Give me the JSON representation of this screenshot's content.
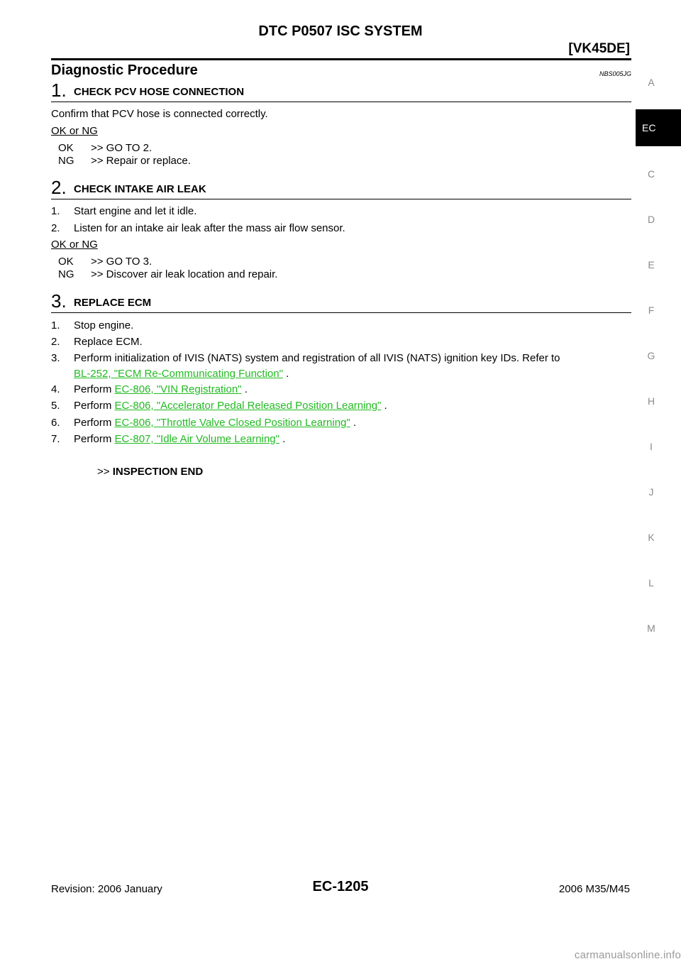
{
  "header": {
    "title": "DTC P0507 ISC SYSTEM",
    "model": "[VK45DE]"
  },
  "tabs": {
    "items": [
      "A",
      "EC",
      "C",
      "D",
      "E",
      "F",
      "G",
      "H",
      "I",
      "J",
      "K",
      "L",
      "M"
    ],
    "active": "EC"
  },
  "section": {
    "title": "Diagnostic Procedure",
    "code": "NBS005JG"
  },
  "step1": {
    "number": "1.",
    "title": "CHECK PCV HOSE CONNECTION",
    "text": "Confirm that PCV hose is connected correctly.",
    "okng": "OK or NG",
    "ok_code": "OK",
    "ok_text": ">> GO TO 2.",
    "ng_code": "NG",
    "ng_text": ">> Repair or replace."
  },
  "step2": {
    "number": "2.",
    "title": "CHECK INTAKE AIR LEAK",
    "items": [
      {
        "num": "1.",
        "text": "Start engine and let it idle."
      },
      {
        "num": "2.",
        "text": "Listen for an intake air leak after the mass air flow sensor."
      }
    ],
    "okng": "OK or NG",
    "ok_code": "OK",
    "ok_text": ">> GO TO 3.",
    "ng_code": "NG",
    "ng_text": ">> Discover air leak location and repair."
  },
  "step3": {
    "number": "3.",
    "title": "REPLACE ECM",
    "item1": {
      "num": "1.",
      "text": "Stop engine."
    },
    "item2": {
      "num": "2.",
      "text": "Replace ECM."
    },
    "item3": {
      "num": "3.",
      "text": "Perform initialization of IVIS (NATS) system and registration of all IVIS (NATS) ignition key IDs. Refer to",
      "link": "BL-252, \"ECM Re-Communicating Function\"",
      "suffix": " ."
    },
    "item4": {
      "num": "4.",
      "prefix": "Perform ",
      "link": "EC-806, \"VIN Registration\"",
      "suffix": " ."
    },
    "item5": {
      "num": "5.",
      "prefix": "Perform ",
      "link": "EC-806, \"Accelerator Pedal Released Position Learning\"",
      "suffix": " ."
    },
    "item6": {
      "num": "6.",
      "prefix": "Perform ",
      "link": "EC-806, \"Throttle Valve Closed Position Learning\"",
      "suffix": " ."
    },
    "item7": {
      "num": "7.",
      "prefix": "Perform ",
      "link": "EC-807, \"Idle Air Volume Learning\"",
      "suffix": " ."
    },
    "end_prefix": ">> ",
    "end_text": "INSPECTION END"
  },
  "footer": {
    "revision": "Revision: 2006 January",
    "page": "EC-1205",
    "model": "2006 M35/M45"
  },
  "watermark": "carmanualsonline.info",
  "colors": {
    "link": "#22bb22",
    "tab_active_bg": "#000000",
    "tab_inactive": "#8a8a8a"
  }
}
